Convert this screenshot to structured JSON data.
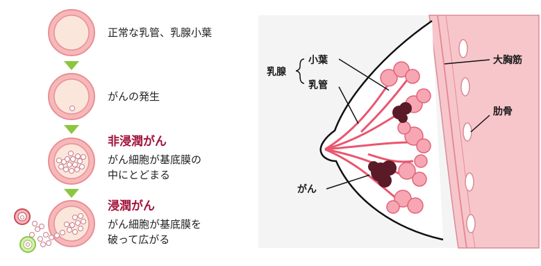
{
  "stages": [
    {
      "lines": [
        "正常な乳管、乳腺小葉"
      ]
    },
    {
      "lines": [
        "がんの発生"
      ]
    },
    {
      "title": "非浸潤がん",
      "lines": [
        "がん細胞が基底膜の",
        "中にとどまる"
      ]
    },
    {
      "title": "浸潤がん",
      "lines": [
        "がん細胞が基底膜を",
        "破って広がる"
      ]
    }
  ],
  "anatomy": {
    "group": "乳腺",
    "lobule": "小葉",
    "duct": "乳管",
    "cancer": "がん",
    "muscle": "大胸筋",
    "rib": "肋骨"
  },
  "colors": {
    "highlight": "#a2123a",
    "arrow": "#8cc63f",
    "pink": "#f19aa8",
    "dark": "#5a1a28"
  }
}
